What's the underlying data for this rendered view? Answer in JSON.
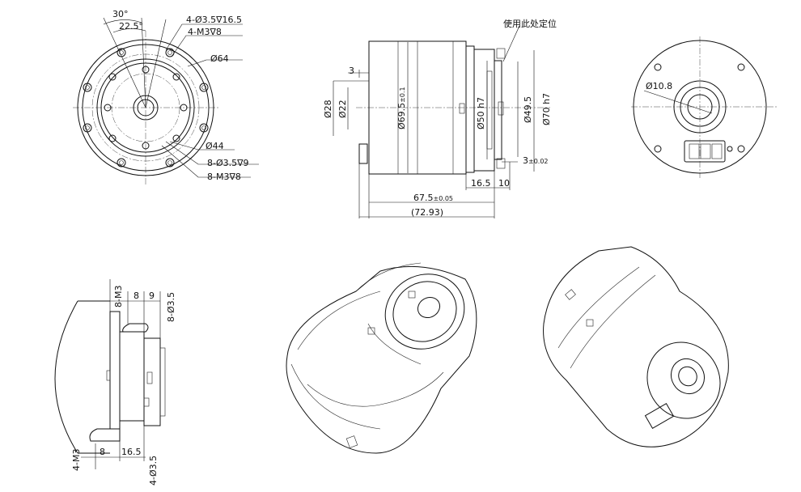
{
  "front_view": {
    "angle_30": "30°",
    "angle_22_5": "22.5°",
    "hole_4_35": "4-Ø3.5∇16.5",
    "hole_4_m3": "4-M3∇8",
    "dia_64": "Ø64",
    "dia_44": "Ø44",
    "hole_8_35": "8-Ø3.5∇9",
    "hole_8_m3": "8-M3∇8"
  },
  "side_view": {
    "note_locating": "使用此处定位",
    "dim_3": "3",
    "dia_28": "Ø28",
    "dia_22": "Ø22",
    "dia_69_5": "Ø69.5",
    "dia_69_5_tol": "±0.1",
    "dia_50": "Ø50 h7",
    "dia_49_5": "Ø49.5",
    "dia_70": "Ø70 h7",
    "dim_3_002": "3",
    "dim_3_002_tol": "±0.02",
    "dim_16_5": "16.5",
    "dim_10": "10",
    "dim_67_5": "67.5",
    "dim_67_5_tol": "±0.05",
    "dim_72_93": "(72.93)"
  },
  "rear_view": {
    "dia_10_8": "Ø10.8"
  },
  "section_view": {
    "m3_top": "8-M3",
    "dim_8_top": "8",
    "dim_9": "9",
    "hole_35_top": "8-Ø3.5",
    "m3_bottom": "4-M3",
    "dim_8_bottom": "8",
    "dim_16_5_bottom": "16.5",
    "hole_35_bottom": "4-Ø3.5"
  }
}
